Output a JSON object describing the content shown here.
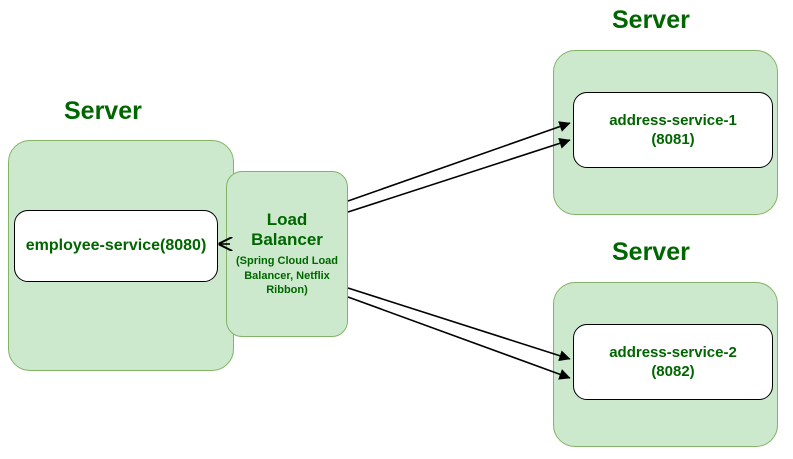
{
  "diagram": {
    "title_color": "#006600",
    "container_fill": "#cde9cd",
    "container_stroke": "#82b366",
    "box_fill": "#ffffff",
    "box_stroke": "#000000",
    "edge_color": "#000000",
    "background": "#ffffff"
  },
  "labels": {
    "server_left": "Server",
    "server_top_right": "Server",
    "server_bottom_right": "Server"
  },
  "nodes": {
    "employee_service": {
      "name": "employee-service(8080)"
    },
    "load_balancer": {
      "title_line1": "Load",
      "title_line2": "Balancer",
      "subtitle": "(Spring Cloud Load Balancer, Netflix Ribbon)"
    },
    "address_service_1": {
      "name": "address-service-1",
      "port": "(8081)"
    },
    "address_service_2": {
      "name": "address-service-2",
      "port": "(8082)"
    }
  },
  "edges": [
    {
      "id": "lb-to-address-1-a",
      "from": "load_balancer",
      "to": "address_service_1",
      "direction": "forward"
    },
    {
      "id": "lb-to-address-1-b",
      "from": "load_balancer",
      "to": "address_service_1",
      "direction": "forward"
    },
    {
      "id": "lb-to-address-2-a",
      "from": "load_balancer",
      "to": "address_service_2",
      "direction": "forward"
    },
    {
      "id": "lb-to-address-2-b",
      "from": "load_balancer",
      "to": "address_service_2",
      "direction": "forward"
    },
    {
      "id": "lb-to-employee",
      "from": "load_balancer",
      "to": "employee_service",
      "direction": "backward"
    }
  ]
}
